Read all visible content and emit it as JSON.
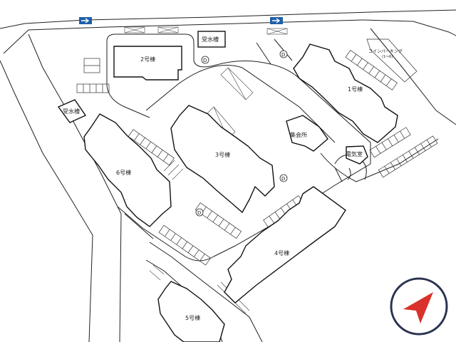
{
  "map": {
    "buildings": [
      {
        "id": "bldg-1",
        "label": "1号棟"
      },
      {
        "id": "bldg-2",
        "label": "2号棟"
      },
      {
        "id": "bldg-3",
        "label": "3号棟"
      },
      {
        "id": "bldg-4",
        "label": "4号棟"
      },
      {
        "id": "bldg-5",
        "label": "5号棟"
      },
      {
        "id": "bldg-6",
        "label": "6号棟"
      }
    ],
    "facilities": {
      "water_tank_label": "受水槽",
      "meeting_hall_label": "集会所",
      "electric_room_label": "電気室",
      "coin_parking_label": "コインパーキング",
      "coin_parking_range": "(1〜6)",
      "dumpster_mark": "D"
    },
    "colors": {
      "entrance_sign": "#1f5fa8",
      "compass_ring": "#2b3350",
      "compass_arrow": "#d9312b"
    },
    "icons": {
      "entrance_sign": "right-arrow-sign-icon",
      "compass": "compass-icon"
    }
  }
}
